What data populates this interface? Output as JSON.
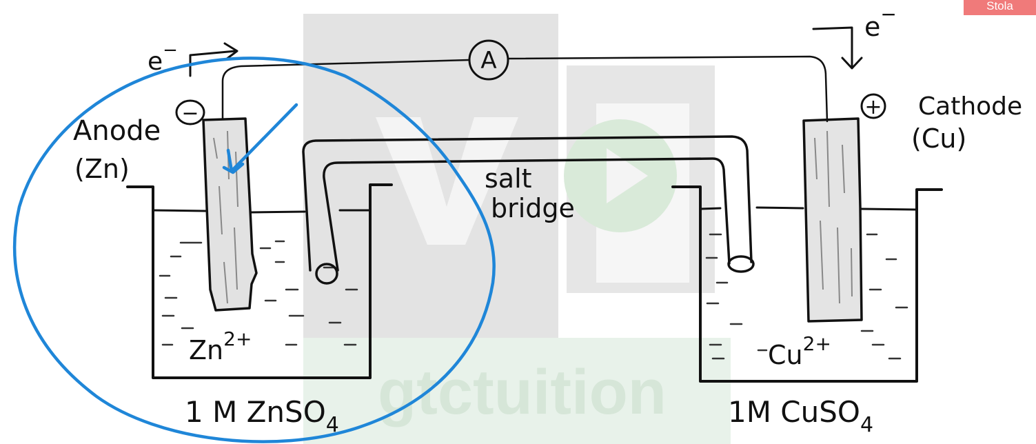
{
  "corner_button": {
    "label": "Stola",
    "color": "#f07a7a"
  },
  "watermark": {
    "text": "gtctuition",
    "color": "#d9ead9"
  },
  "labels": {
    "electron_left": "e",
    "electron_left_sup": "−",
    "electron_right": "e",
    "electron_right_sup": "−",
    "ammeter": "A",
    "anode_sign": "−",
    "anode": "Anode",
    "anode_metal": "(Zn)",
    "cathode_sign": "+",
    "cathode": "Cathode",
    "cathode_metal": "(Cu)",
    "salt_bridge_line1": "salt",
    "salt_bridge_line2": "bridge",
    "left_ion": "Zn",
    "left_ion_charge": "2+",
    "right_ion": "Cu",
    "right_ion_charge": "2+",
    "left_solution": "1 M ZnSO",
    "left_solution_sub": "4",
    "right_solution": "1M CuSO",
    "right_solution_sub": "4"
  },
  "colors": {
    "ink": "#111111",
    "annotation": "#1f86d8",
    "electrode": "#e4e4e4"
  }
}
